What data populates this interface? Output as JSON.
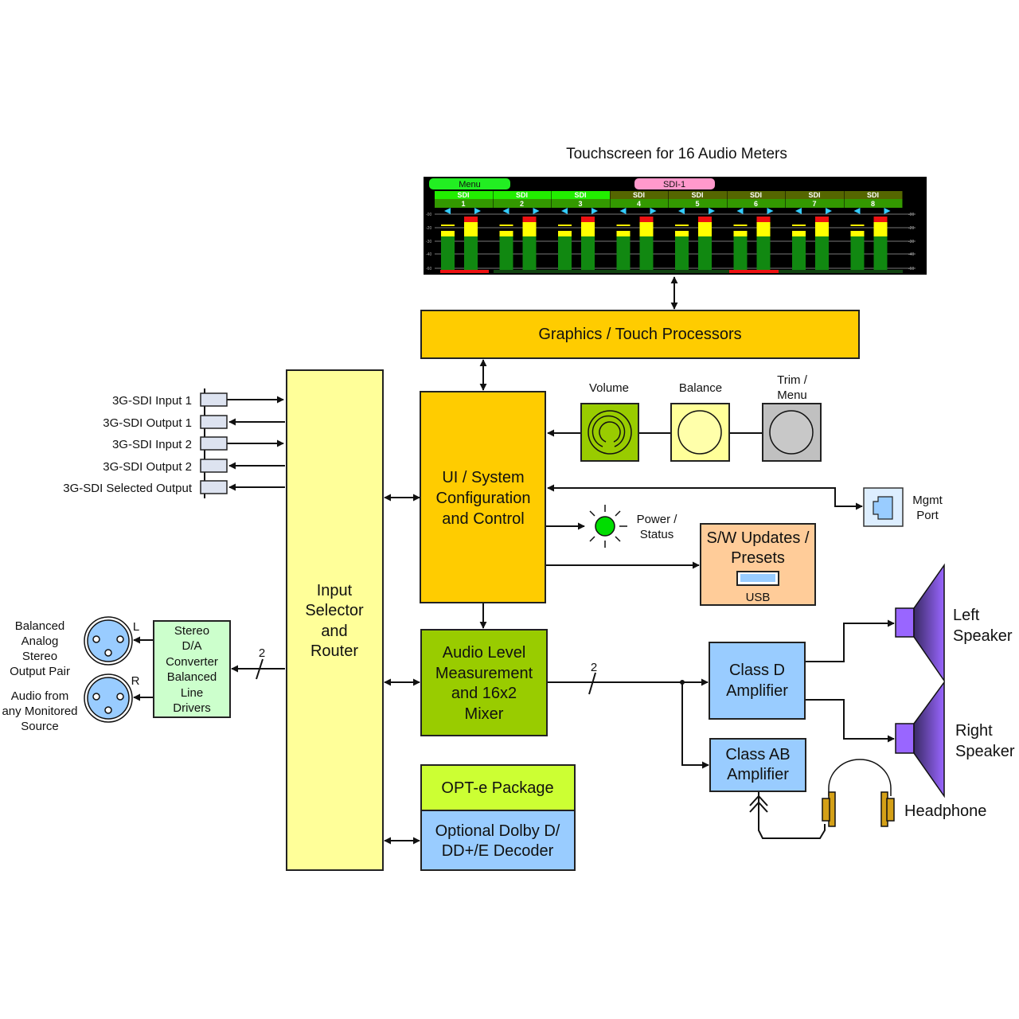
{
  "touchscreen": {
    "title": "Touchscreen for 16 Audio Meters",
    "menu_label": "Menu",
    "source_label": "SDI-1",
    "channels": [
      {
        "top": "SDI",
        "num": "1",
        "active": true
      },
      {
        "top": "SDI",
        "num": "2",
        "active": true
      },
      {
        "top": "SDI",
        "num": "3",
        "active": true
      },
      {
        "top": "SDI",
        "num": "4",
        "active": false
      },
      {
        "top": "SDI",
        "num": "5",
        "active": false
      },
      {
        "top": "SDI",
        "num": "6",
        "active": false
      },
      {
        "top": "SDI",
        "num": "7",
        "active": false
      },
      {
        "top": "SDI",
        "num": "8",
        "active": false
      }
    ],
    "scale": [
      "-00",
      "-20",
      "-30",
      "-40",
      "-60"
    ]
  },
  "blocks": {
    "graphics": "Graphics / Touch Processors",
    "input_selector": [
      "Input",
      "Selector",
      "and",
      "Router"
    ],
    "ui_system": [
      "UI / System",
      "Configuration",
      "and Control"
    ],
    "audio_level": [
      "Audio Level",
      "Measurement",
      "and 16x2",
      "Mixer"
    ],
    "opte": "OPT-e Package",
    "dolby": [
      "Optional Dolby D/",
      "DD+/E Decoder"
    ],
    "sw_updates": [
      "S/W Updates /",
      "Presets"
    ],
    "usb": "USB",
    "class_d": [
      "Class D",
      "Amplifier"
    ],
    "class_ab": [
      "Class AB",
      "Amplifier"
    ],
    "da_converter": [
      "Stereo",
      "D/A",
      "Converter",
      "Balanced",
      "Line",
      "Drivers"
    ]
  },
  "controls": {
    "volume": "Volume",
    "balance": "Balance",
    "trim": [
      "Trim /",
      "Menu"
    ],
    "power_status": [
      "Power /",
      "Status"
    ],
    "mgmt_port": [
      "Mgmt",
      "Port"
    ]
  },
  "sdi_ports": [
    "3G-SDI Input 1",
    "3G-SDI Output 1",
    "3G-SDI Input 2",
    "3G-SDI Output 2",
    "3G-SDI Selected Output"
  ],
  "analog": {
    "desc": [
      "Balanced",
      "Analog",
      "Stereo",
      "Output Pair",
      "Audio from",
      "any Monitored",
      "Source"
    ],
    "left": "L",
    "right": "R",
    "bus_width": "2"
  },
  "outputs": {
    "bus_width": "2",
    "left_speaker": [
      "Left",
      "Speaker"
    ],
    "right_speaker": [
      "Right",
      "Speaker"
    ],
    "headphone": "Headphone"
  },
  "colors": {
    "gold": "#FFCC00",
    "pale_yellow": "#FFFF99",
    "green": "#99CC00",
    "lime": "#CCFF33",
    "blue": "#99CCFF",
    "peach": "#FFCC99",
    "mint": "#CCFFCC",
    "purple": "#9966FF",
    "led": "#00DD00"
  }
}
